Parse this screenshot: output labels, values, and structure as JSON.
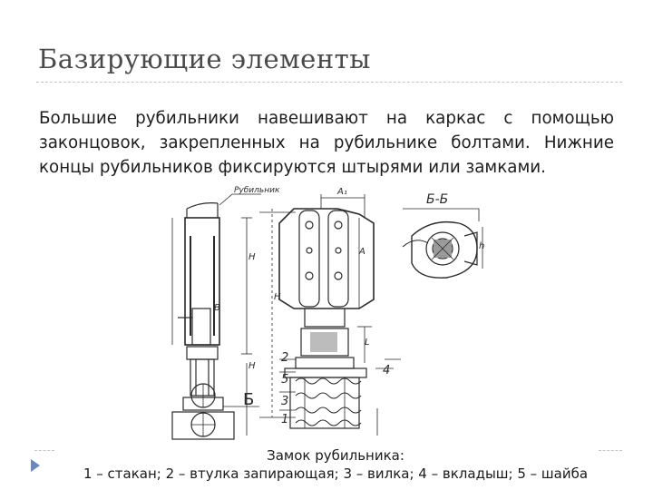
{
  "slide": {
    "title": "Базирующие элементы",
    "body": "Большие рубильники навешивают на каркас с помощью законцовок, закрепленных на рубильнике болтами. Нижние концы рубильников фиксируются штырями или замками.",
    "caption_line1": "Замок рубильника:",
    "caption_line2": "1 – стакан; 2 – втулка запирающая; 3 – вилка; 4 – вкладыш; 5 – шайба"
  },
  "drawing": {
    "label_rubilnik": "Рубильник",
    "label_section": "Б-Б",
    "label_B": "Б",
    "label_A1": "A₁",
    "label_H_left": "H",
    "label_H_center": "H",
    "label_H_lower": "H",
    "label_B_small": "B",
    "label_A_mid": "A",
    "label_L": "L",
    "label_h": "h",
    "num_1": "1",
    "num_2": "2",
    "num_3": "3",
    "num_4": "4",
    "num_5": "5"
  },
  "colors": {
    "title": "#4a4a4a",
    "rule": "#c4c4c4",
    "bullet": "#6b88b8",
    "ink": "#2a2a2a"
  }
}
